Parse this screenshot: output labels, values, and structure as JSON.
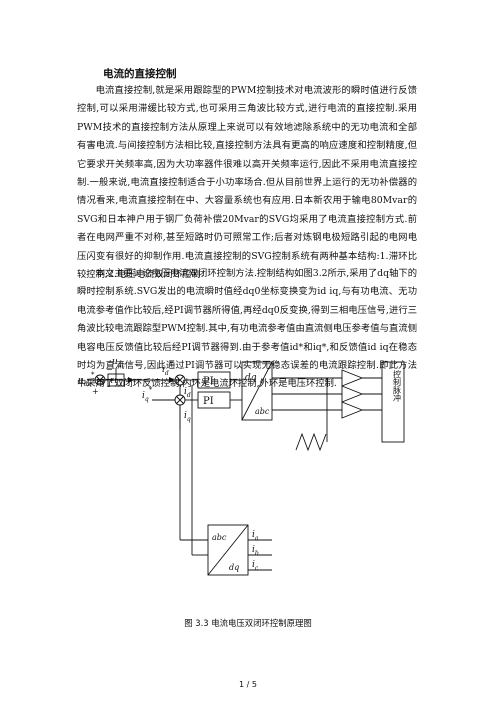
{
  "heading": "电流的直接控制",
  "paragraphs": [
    "电流直接控制,就是采用跟踪型的PWM控制技术对电流波形的瞬时值进行反馈控制,可以采用滞缓比较方式,也可采用三角波比较方式,进行电流的直接控制.采用PWM技术的直接控制方法从原理上来说可以有效地滤除系统中的无功电流和全部有害电流.与间接控制方法相比较,直接控制方法具有更高的响应速度和控制精度,但它要求开关频率高,因为大功率器件很难以高开关频率运行,因此不采用电流直接控制.一般来说,电流直接控制适合于小功率场合.但从目前世界上运行的无功补偿器的情况看来,电流直接控制在中、大容量系统也有应用.日本新农用于输电80Mvar的SVG和日本神户用于钢厂负荷补偿20Mvar的SVG均采用了电流直接控制方式.前者在电网严重不对称,甚至短路时仍可照常工作;后者对炼钢电极短路引起的电网电压闪变有很好的抑制作用.电流直接控制的SVG控制系统有两种基本结构:1.滞环比较控制;2.电压电流双闭环控制.",
    "本文主要讨论电压电流双闭环控制方法.控制结构如图3.2所示,采用了dq轴下的瞬时控制系统.SVG发出的电流瞬时值经dq0坐标变换变为id iq,与有功电流、无功电流参考值作比较后,经PI调节器所得值,再经dq0反变换,得到三相电压信号,进行三角波比较电流跟踪型PWM控制.其中,有功电流参考值由直流侧电压参考值与直流侧电容电压反馈值比较后经PI调节器得到.由于参考值id*和iq*,和反馈值id iq在稳态时均为直流信号,因此通过PI调节器可以实现无稳态误差的电流跟踪控制.即此方法中采用了双闭环反馈控制,内环是电流环控制,外环是电压环控制."
  ],
  "diagram": {
    "pi_label": "PI",
    "pi_small_label": "Pi",
    "dq_label": "dq",
    "abc_label": "abc",
    "driver_label": "控制脉冲",
    "udc": "u",
    "udc_sub": "dc",
    "udc_ref_sub": "dc",
    "id_ref": "i",
    "id_sub": "d",
    "iq_ref": "i",
    "iq_sub": "q",
    "star": "*",
    "ia": "i",
    "ia_sub": "a",
    "ib": "i",
    "ib_sub": "b",
    "ic": "i",
    "ic_sub": "c",
    "plus": "+",
    "minus": "−"
  },
  "caption": "图 3.3    电流电压双闭环控制原理图",
  "page_number": "1 / 5"
}
